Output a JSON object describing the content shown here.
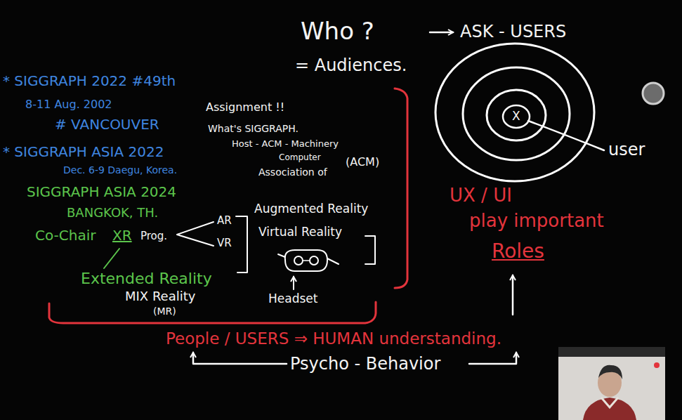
{
  "diagram": {
    "labels": [
      "Who ?",
      "ASK - USERS",
      "= Audiences.",
      "* SIGGRAPH 2022 #49th",
      "8-11 Aug. 2002",
      "# VANCOUVER",
      "* SIGGRAPH ASIA 2022",
      "Dec. 6-9 Daegu, Korea.",
      "SIGGRAPH ASIA 2024",
      "BANGKOK, TH.",
      "Co-Chair",
      "XR",
      "Prog.",
      "Extended Reality",
      "MIX Reality",
      "(MR)",
      "Assignment !!",
      "What's SIGGRAPH.",
      "Host - ACM - Machinery",
      "Computer",
      "Association of",
      "(ACM)",
      "AR",
      "Augmented Reality",
      "VR",
      "Virtual Reality",
      "Headset",
      "user",
      "X",
      "UX / UI",
      "play important",
      "Roles",
      "People / USERS ⇒ HUMAN understanding.",
      "Psycho - Behavior"
    ]
  }
}
